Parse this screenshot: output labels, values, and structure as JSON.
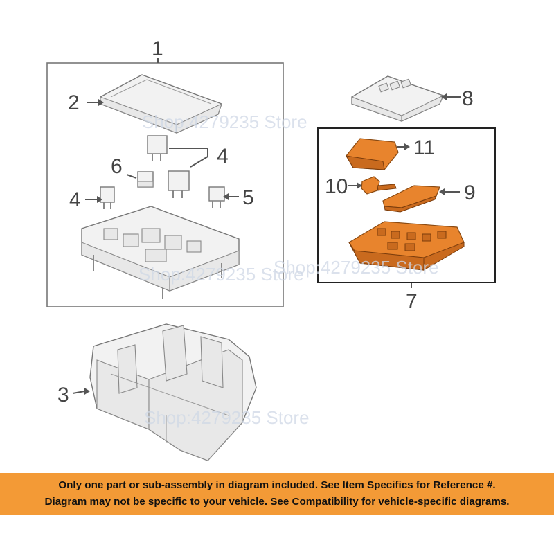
{
  "callouts": {
    "c1": "1",
    "c2": "2",
    "c3": "3",
    "c4a": "4",
    "c4b": "4",
    "c5": "5",
    "c6": "6",
    "c7": "7",
    "c8": "8",
    "c9": "9",
    "c10": "10",
    "c11": "11"
  },
  "watermark": {
    "text": "Shop:4279235 Store"
  },
  "footer": {
    "line1": "Only one part or sub-assembly in diagram included. See Item Specifics for Reference #.",
    "line2": "Diagram may not be specific to your vehicle. See Compatibility for vehicle-specific diagrams."
  },
  "colors": {
    "highlight_part": "#e8842d",
    "footer_band": "#f39a36",
    "line_art": "#777777"
  }
}
